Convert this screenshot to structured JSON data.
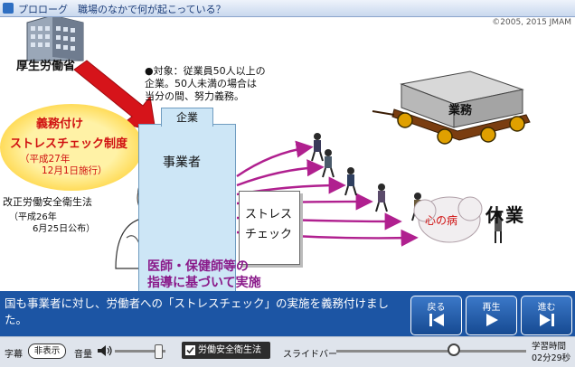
{
  "header": {
    "title": "プロローグ　職場のなかで何が起こっている？",
    "copyright": "©2005, 2015 JMAM"
  },
  "slide": {
    "ministry": "厚生労働省",
    "note_lines": [
      "●対象：従業員50人以上の",
      "企業。50人未満の場合は",
      "当分の間、努力義務。"
    ],
    "obligation": "義務付け",
    "stress_check_system": "ストレスチェック制度",
    "enforcement_lines": [
      "（平成27年",
      "12月1日施行）"
    ],
    "law_title": "改正労働安全衛生法",
    "law_date_lines": [
      "（平成26年",
      "6月25日公布）"
    ],
    "company": "企業",
    "employer": "事業者",
    "stress_check_card": [
      "ストレス",
      "チェック"
    ],
    "work_box": "業務",
    "leave": "休業",
    "mental_illness": "心の病",
    "doctor_lines": [
      "医師・保健師等の",
      "指導に基づいて実施"
    ]
  },
  "subtitle": {
    "text": "国も事業者に対し、労働者への「ストレスチェック」の実施を義務付けました。"
  },
  "nav": {
    "back": "戻る",
    "play": "再生",
    "forward": "進む"
  },
  "controls": {
    "caption_label": "字幕",
    "caption_toggle": "非表示",
    "volume_label": "音量",
    "volume_level": 0.85,
    "law_button": "労働安全衛生法",
    "slider_label": "スライドバー",
    "slide_progress": 0.62,
    "study_time_label": "学習時間",
    "study_time": "02分29秒"
  },
  "colors": {
    "accent_blue": "#1c55a4",
    "emphasis_red": "#d01010",
    "arrow_magenta": "#b0208f",
    "doctor_text": "#8a1a8a"
  }
}
